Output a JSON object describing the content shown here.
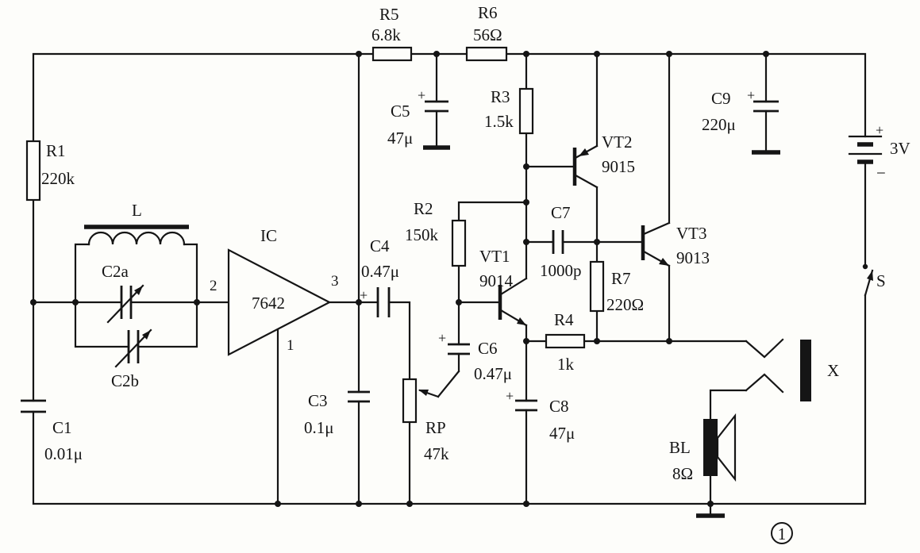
{
  "symbols": {
    "plus": "+",
    "minus": "−",
    "figure_number": "1"
  },
  "components": {
    "r1": {
      "ref": "R1",
      "value": "220k"
    },
    "r2": {
      "ref": "R2",
      "value": "150k"
    },
    "r3": {
      "ref": "R3",
      "value": "1.5k"
    },
    "r4": {
      "ref": "R4",
      "value": "1k"
    },
    "r5": {
      "ref": "R5",
      "value": "6.8k"
    },
    "r6": {
      "ref": "R6",
      "value": "56Ω"
    },
    "r7": {
      "ref": "R7",
      "value": "220Ω"
    },
    "rp": {
      "ref": "RP",
      "value": "47k"
    },
    "c1": {
      "ref": "C1",
      "value": "0.01μ"
    },
    "c2a": {
      "ref": "C2a"
    },
    "c2b": {
      "ref": "C2b"
    },
    "c3": {
      "ref": "C3",
      "value": "0.1μ"
    },
    "c4": {
      "ref": "C4",
      "value": "0.47μ"
    },
    "c5": {
      "ref": "C5",
      "value": "47μ"
    },
    "c6": {
      "ref": "C6",
      "value": "0.47μ"
    },
    "c7": {
      "ref": "C7",
      "value": "1000p"
    },
    "c8": {
      "ref": "C8",
      "value": "47μ"
    },
    "c9": {
      "ref": "C9",
      "value": "220μ"
    },
    "l": {
      "ref": "L"
    },
    "ic": {
      "ref": "IC",
      "part": "7642",
      "pin_input": "2",
      "pin_output": "3",
      "pin_ground": "1"
    },
    "vt1": {
      "ref": "VT1",
      "part": "9014"
    },
    "vt2": {
      "ref": "VT2",
      "part": "9015"
    },
    "vt3": {
      "ref": "VT3",
      "part": "9013"
    },
    "battery": {
      "voltage": "3V"
    },
    "switch": {
      "ref": "S"
    },
    "jack": {
      "ref": "X"
    },
    "speaker": {
      "ref": "BL",
      "value": "8Ω"
    }
  }
}
